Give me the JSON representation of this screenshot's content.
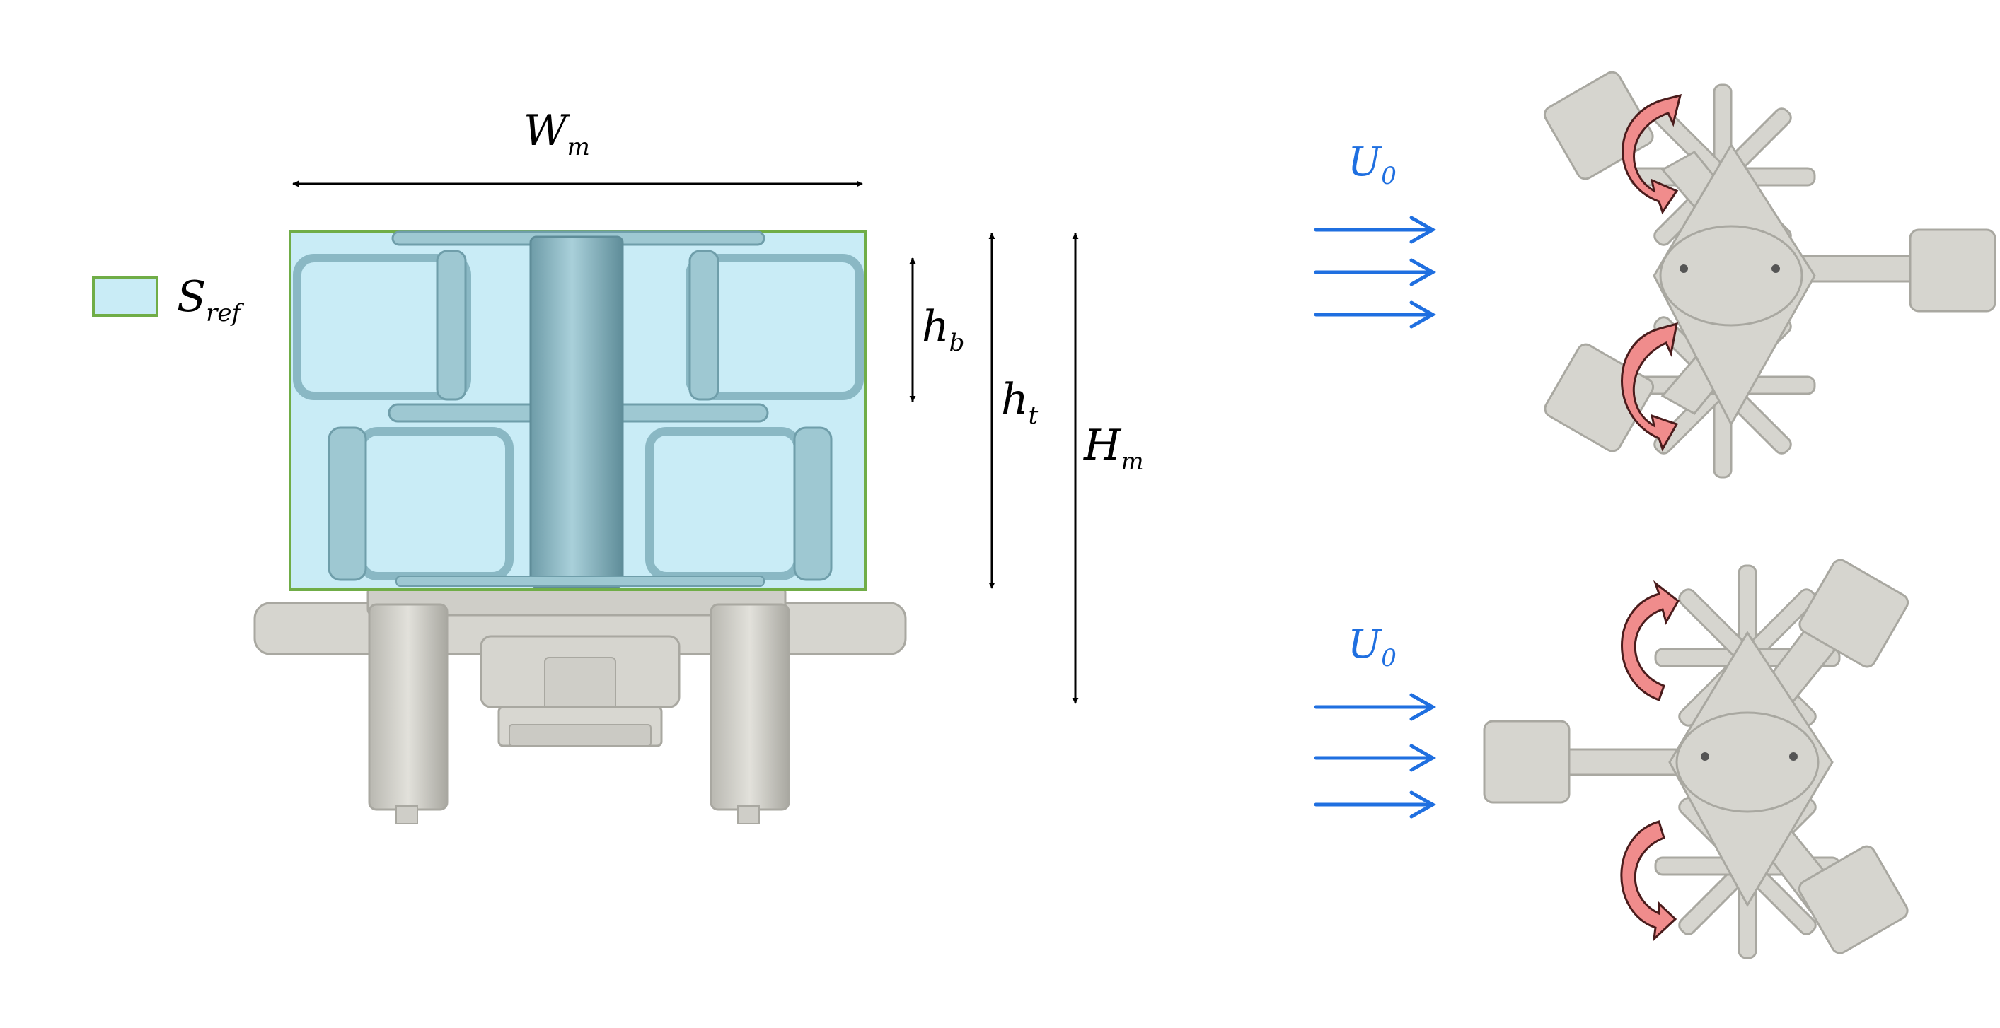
{
  "labels": {
    "width": {
      "main": "W",
      "sub": "m"
    },
    "height_total": {
      "main": "H",
      "sub": "m"
    },
    "height_turbine": {
      "main": "h",
      "sub": "t"
    },
    "height_blade": {
      "main": "h",
      "sub": "b"
    },
    "reference_area": {
      "main": "S",
      "sub": "ref"
    },
    "freestream_top": {
      "main": "U",
      "sub": "0"
    },
    "freestream_bottom": {
      "main": "U",
      "sub": "0"
    }
  },
  "colors": {
    "reference_fill": "#c9ecf6",
    "reference_border": "#70ad47",
    "rotor": "#9ec8d2",
    "rotor_dark": "#6f9eaa",
    "frame": "#d6d5cf",
    "frame_edge": "#a9a8a1",
    "flow_arrow": "#1f6fe0",
    "rotation_arrow": "#f08c8c",
    "rotation_edge": "#4a1c1c",
    "dimension": "#000000"
  },
  "icons": {
    "rotation": "curved-rotation-arrow-icon",
    "flow": "arrow-right-icon"
  }
}
